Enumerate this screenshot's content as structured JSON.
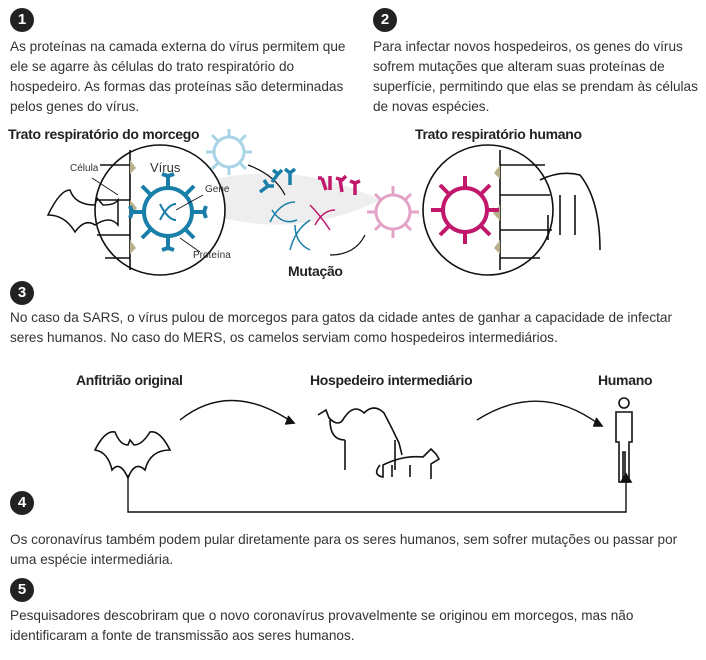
{
  "steps": [
    {
      "number": "1",
      "text": "As proteínas na camada externa do vírus permitem que ele se agarre às células do trato respiratório do hospedeiro. As formas das proteínas são determinadas pelos genes do vírus."
    },
    {
      "number": "2",
      "text": "Para infectar novos hospedeiros, os genes do vírus sofrem mutações que alteram suas proteínas de superfície, permitindo que elas se prendam às células de novas espécies."
    },
    {
      "number": "3",
      "text": "No caso da SARS, o vírus pulou de morcegos para gatos da cidade antes de ganhar a capacidade de infectar seres humanos. No caso do MERS, os camelos serviam como hospedeiros intermediários."
    },
    {
      "number": "4",
      "text": "Os coronavírus também podem pular diretamente para os seres humanos, sem sofrer mutações ou passar por uma espécie intermediária."
    },
    {
      "number": "5",
      "text": "Pesquisadores descobriram que o novo coronavírus provavelmente se originou em morcegos, mas não identificaram a fonte de transmissão aos seres humanos."
    }
  ],
  "diagram": {
    "bat_title": "Trato respiratório do morcego",
    "human_title": "Trato respiratório humano",
    "label_cell": "Célula",
    "label_virus": "Vírus",
    "label_gene": "Gene",
    "label_protein": "Proteína",
    "label_mutation": "Mutação"
  },
  "hosts": {
    "original": "Anfitrião original",
    "intermediate": "Hospedeiro intermediário",
    "human": "Humano"
  },
  "colors": {
    "blue": "#1a7fa8",
    "pink": "#c2186b",
    "light_blue": "#a9d4e6",
    "light_pink": "#e3a3c6",
    "tan": "#b8b08a"
  }
}
